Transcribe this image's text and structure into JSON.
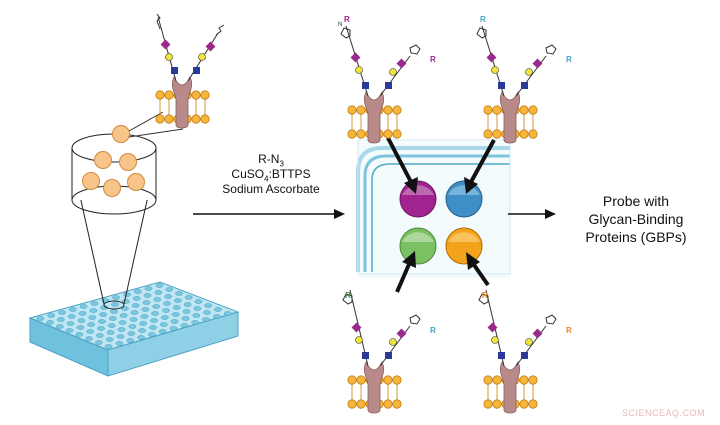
{
  "reagents": {
    "line1": "R-N",
    "line1_sub": "3",
    "line2_a": "CuSO",
    "line2_sub": "4",
    "line2_b": ":BTTPS",
    "line3": "Sodium Ascorbate"
  },
  "probe": {
    "line1": "Probe with",
    "line2": "Glycan-Binding",
    "line3": "Proteins (GBPs)"
  },
  "glycan_labels": {
    "top_left": "R",
    "top_right": "R",
    "bottom_left": "R",
    "bottom_right": "R"
  },
  "watermark": "SCIENCEAQ.COM",
  "colors": {
    "well_purple": "#a0238f",
    "well_blue": "#3f8fc6",
    "well_green": "#7cc064",
    "well_orange": "#f3a21b",
    "label_purple": "#a0238f",
    "label_blue": "#3fa6c9",
    "label_green": "#3a8f4a",
    "label_orange": "#e88a20",
    "microplate": "#8fd0e6",
    "bead": "#f7c48a",
    "protein": "#b98a8a"
  }
}
